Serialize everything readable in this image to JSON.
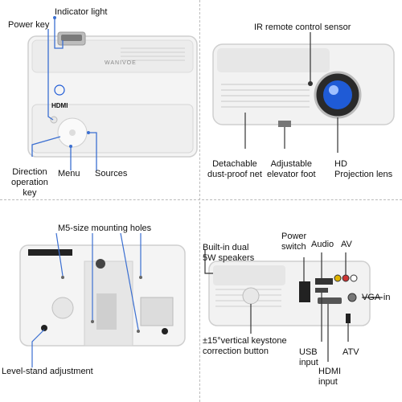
{
  "panels": {
    "top_left": {
      "indicator_light": "Indicator light",
      "power_key": "Power key",
      "direction_key": [
        "Direction",
        "operation",
        "key"
      ],
      "menu": "Menu",
      "sources": "Sources",
      "brand_text": "WANIVOE",
      "hdmi_logo": "HDMI"
    },
    "top_right": {
      "ir_sensor": "IR remote control sensor",
      "dust_net": [
        "Detachable",
        "dust-proof net"
      ],
      "elevator_foot": [
        "Adjustable",
        "elevator foot"
      ],
      "projection_lens": [
        "HD",
        "Projection lens"
      ]
    },
    "bottom_left": {
      "mounting_holes": "M5-size mounting holes",
      "level_stand": "Level-stand adjustment"
    },
    "bottom_right": {
      "power_switch": [
        "Power",
        "switch"
      ],
      "speakers": [
        "Built-in dual",
        "5W speakers"
      ],
      "audio": "Audio",
      "av": "AV",
      "vga_in": "VGA-in",
      "keystone": [
        "±15°vertical keystone",
        "correction button"
      ],
      "usb_input": [
        "USB",
        "input"
      ],
      "atv": "ATV",
      "hdmi_input": [
        "HDMI",
        "input"
      ]
    }
  },
  "colors": {
    "body_white": "#f4f4f4",
    "body_shade": "#d9d9d9",
    "lens_blue": "#1f5bd6",
    "line_blue": "#3b6fd1",
    "guide_gray": "#333333"
  }
}
